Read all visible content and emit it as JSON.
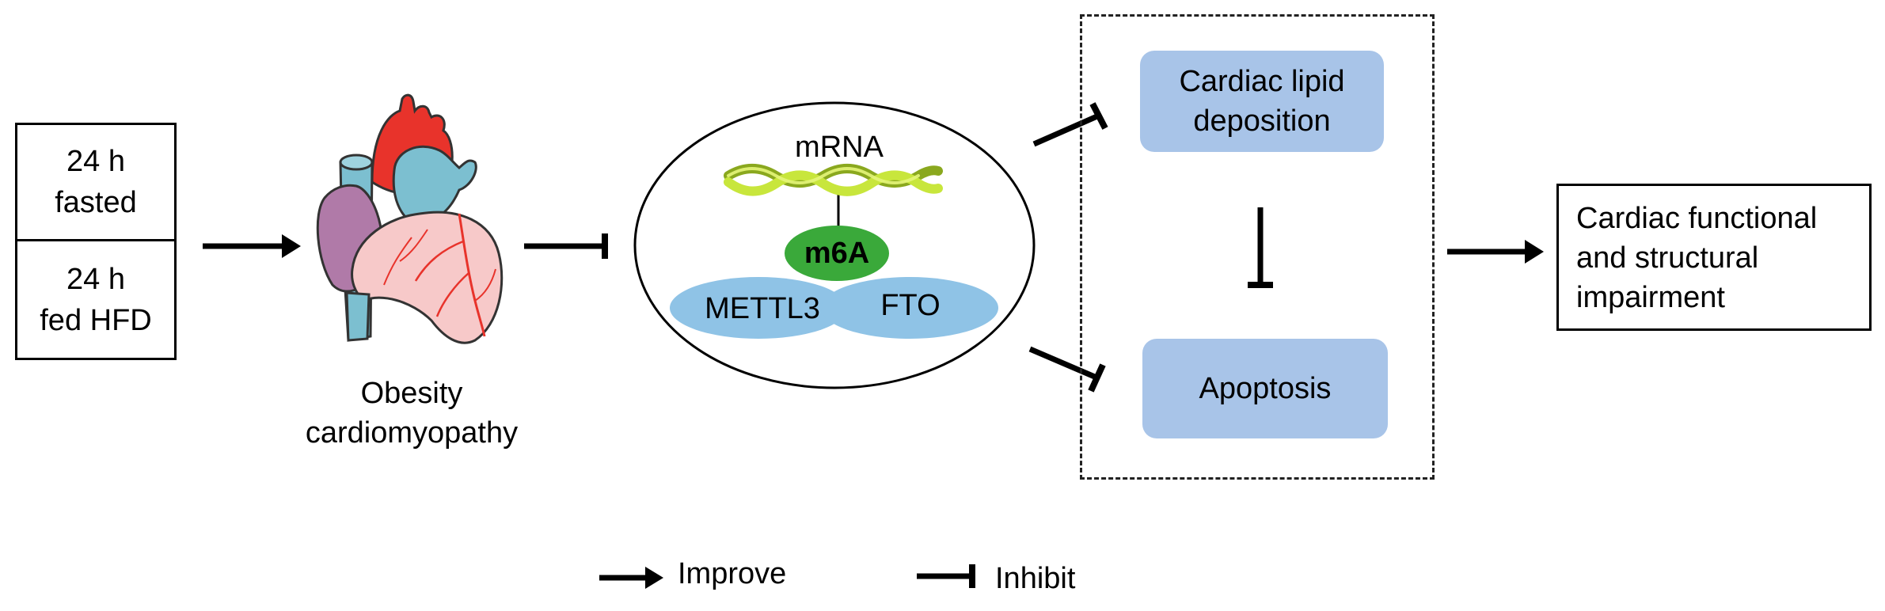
{
  "conditions": {
    "fasted": [
      "24 h",
      "fasted"
    ],
    "hfd": [
      "24 h",
      "fed HFD"
    ]
  },
  "disease": {
    "label_line1": "Obesity",
    "label_line2": "cardiomyopathy",
    "icon": "heart-icon"
  },
  "mechanism": {
    "mrna_label": "mRNA",
    "modification_label": "m6A",
    "writer_label": "METTL3",
    "eraser_label": "FTO"
  },
  "effects": {
    "lipid": [
      "Cardiac lipid",
      "deposition"
    ],
    "apoptosis": "Apoptosis"
  },
  "outcome": [
    "Cardiac functional",
    "and structural",
    "impairment"
  ],
  "legend": {
    "improve_label": "Improve",
    "inhibit_label": "Inhibit"
  },
  "colors": {
    "blue_box": "#a8c4e8",
    "protein_blue": "#8fc3e6",
    "m6a_green": "#3aa93a",
    "mrna_green": "#c8e63c",
    "heart_red": "#e8332b",
    "heart_pink": "#f7c9c9",
    "heart_purple": "#b07aa8",
    "heart_cyan": "#7cbfd0"
  }
}
